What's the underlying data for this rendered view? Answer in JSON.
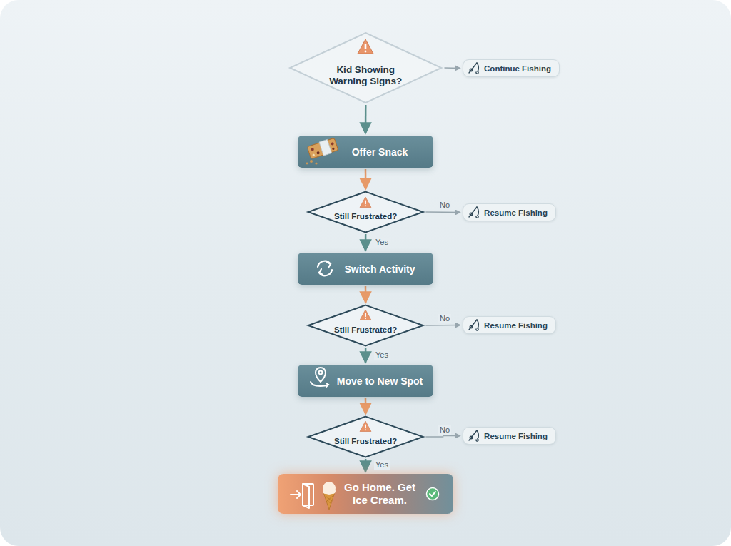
{
  "diagram": {
    "nodes": [
      {
        "text": [
          "Kid Showing Warning Signs?"
        ]
      },
      {
        "text": [
          "Continue Fishing"
        ]
      },
      {
        "text": [
          "Offer Snack"
        ]
      },
      {
        "text": [
          "Still Frustrated?"
        ]
      },
      {
        "text": [
          "Resume Fishing"
        ]
      },
      {
        "text": [
          "Switch Activity"
        ]
      },
      {
        "text": [
          "Still Frustrated?"
        ]
      },
      {
        "text": [
          "Resume Fishing"
        ]
      },
      {
        "text": [
          "Move to New Spot"
        ]
      },
      {
        "text": [
          "Still Frustrated?"
        ]
      },
      {
        "text": [
          "Resume Fishing"
        ]
      },
      {
        "text": [
          "Go Home. Get Ice Cream."
        ]
      }
    ],
    "edges": [
      {
        "from": 0,
        "to": 1,
        "arrow": "to"
      },
      {
        "from": 0,
        "to": 2,
        "arrow": "to"
      },
      {
        "from": 2,
        "to": 3,
        "arrow": "to"
      },
      {
        "from": 3,
        "to": 4,
        "label": "No",
        "arrow": "to"
      },
      {
        "from": 3,
        "to": 5,
        "label": "Yes",
        "arrow": "to"
      },
      {
        "from": 5,
        "to": 6,
        "arrow": "to"
      },
      {
        "from": 6,
        "to": 7,
        "label": "No",
        "arrow": "to"
      },
      {
        "from": 6,
        "to": 8,
        "label": "Yes",
        "arrow": "to"
      },
      {
        "from": 8,
        "to": 9,
        "arrow": "to"
      },
      {
        "from": 9,
        "to": 10,
        "label": "No",
        "arrow": "to"
      },
      {
        "from": 9,
        "to": 11,
        "label": "Yes",
        "arrow": "to"
      }
    ]
  }
}
